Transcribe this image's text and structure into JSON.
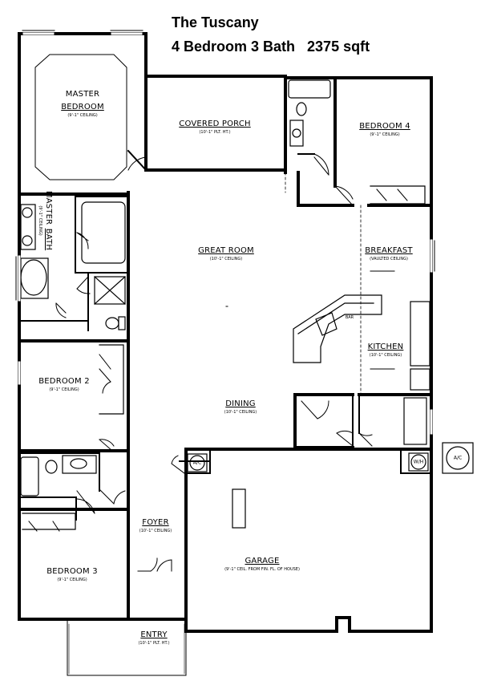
{
  "header": {
    "title": "The Tuscany",
    "subtitle": "4 Bedroom 3 Bath   2375 sqft"
  },
  "rooms": {
    "master_bedroom": {
      "name_line1": "MASTER",
      "name_line2": "BEDROOM",
      "spec": "(9'-1\" CEILING)"
    },
    "covered_porch": {
      "name": "COVERED PORCH",
      "spec": "(10'-1\" PLT. HT.)"
    },
    "bedroom_4": {
      "name": "BEDROOM 4",
      "spec": "(9'-1\" CEILING)"
    },
    "master_bath": {
      "name_line1": "MASTER",
      "name_line2": "BATH",
      "spec": "(9'-1\" CEILING)"
    },
    "great_room": {
      "name": "GREAT ROOM",
      "spec": "(10'-1\" CEILING)"
    },
    "breakfast": {
      "name": "BREAKFAST",
      "spec": "(VAULTED CEILING)"
    },
    "kitchen": {
      "name": "KITCHEN",
      "spec": "(10'-1\" CEILING)"
    },
    "bedroom_2": {
      "name": "BEDROOM 2",
      "spec": "(9'-1\" CEILING)"
    },
    "dining": {
      "name": "DINING",
      "spec": "(10'-1\" CEILING)"
    },
    "foyer": {
      "name": "FOYER",
      "spec": "(10'-1\" CEILING)"
    },
    "garage": {
      "name": "GARAGE",
      "spec": "(9'-1\" CEIL. FROM FIN. FL. OF HOUSE)"
    },
    "bedroom_3": {
      "name": "BEDROOM 3",
      "spec": "(9'-1\" CEILING)"
    },
    "entry": {
      "name": "ENTRY",
      "spec": "(10'-1\" PLT. HT.)"
    }
  },
  "fixtures": {
    "ac_unit_1": "A/C",
    "ac_unit_2": "A/C",
    "water_heater": "W/H",
    "bar_label": "BAR"
  }
}
